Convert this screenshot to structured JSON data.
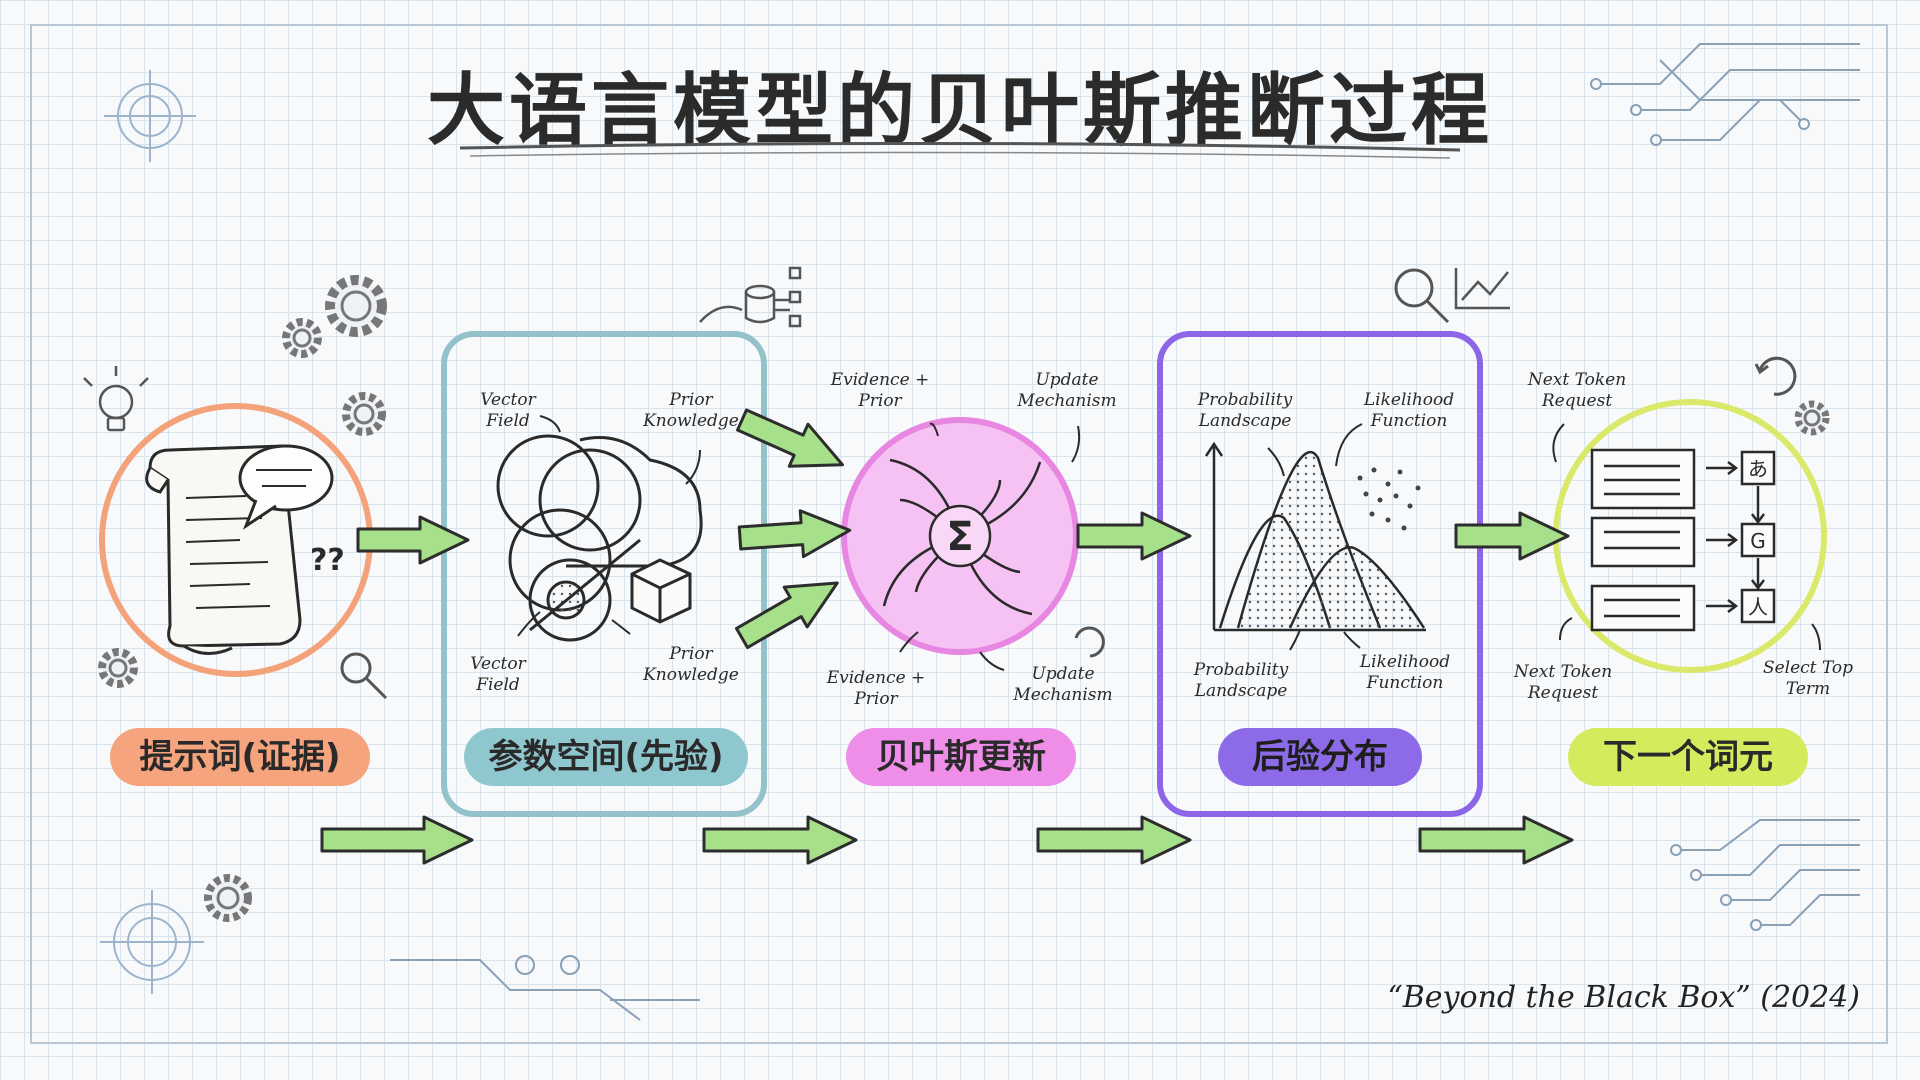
{
  "title": "大语言模型的贝叶斯推断过程",
  "stages": [
    {
      "label": "提示词(证据)",
      "color": "#f6a47d"
    },
    {
      "label": "参数空间(先验)",
      "color": "#8fc7cf"
    },
    {
      "label": "贝叶斯更新",
      "color": "#ef8ee8"
    },
    {
      "label": "后验分布",
      "color": "#8d6be8"
    },
    {
      "label": "下一个词元",
      "color": "#d6ea5e"
    }
  ],
  "annotations": {
    "vector_field": "Vector Field",
    "prior_knowledge": "Prior Knowledge",
    "evidence_prior": "Evidence + Prior",
    "update_mechanism": "Update Mechanism",
    "probability_landscape": "Probability Landscape",
    "likelihood_function": "Likelihood Function",
    "next_token_request": "Next Token Request",
    "select_top_term": "Select Top Term"
  },
  "scroll_scribble": {
    "lines": [
      "ıııııı",
      "??"
    ]
  },
  "token_glyphs": [
    "あ",
    "G",
    "人"
  ],
  "sigma": "Σ",
  "citation": "“Beyond the Black Box” (2024)",
  "arrow_color": "#a7e08a"
}
